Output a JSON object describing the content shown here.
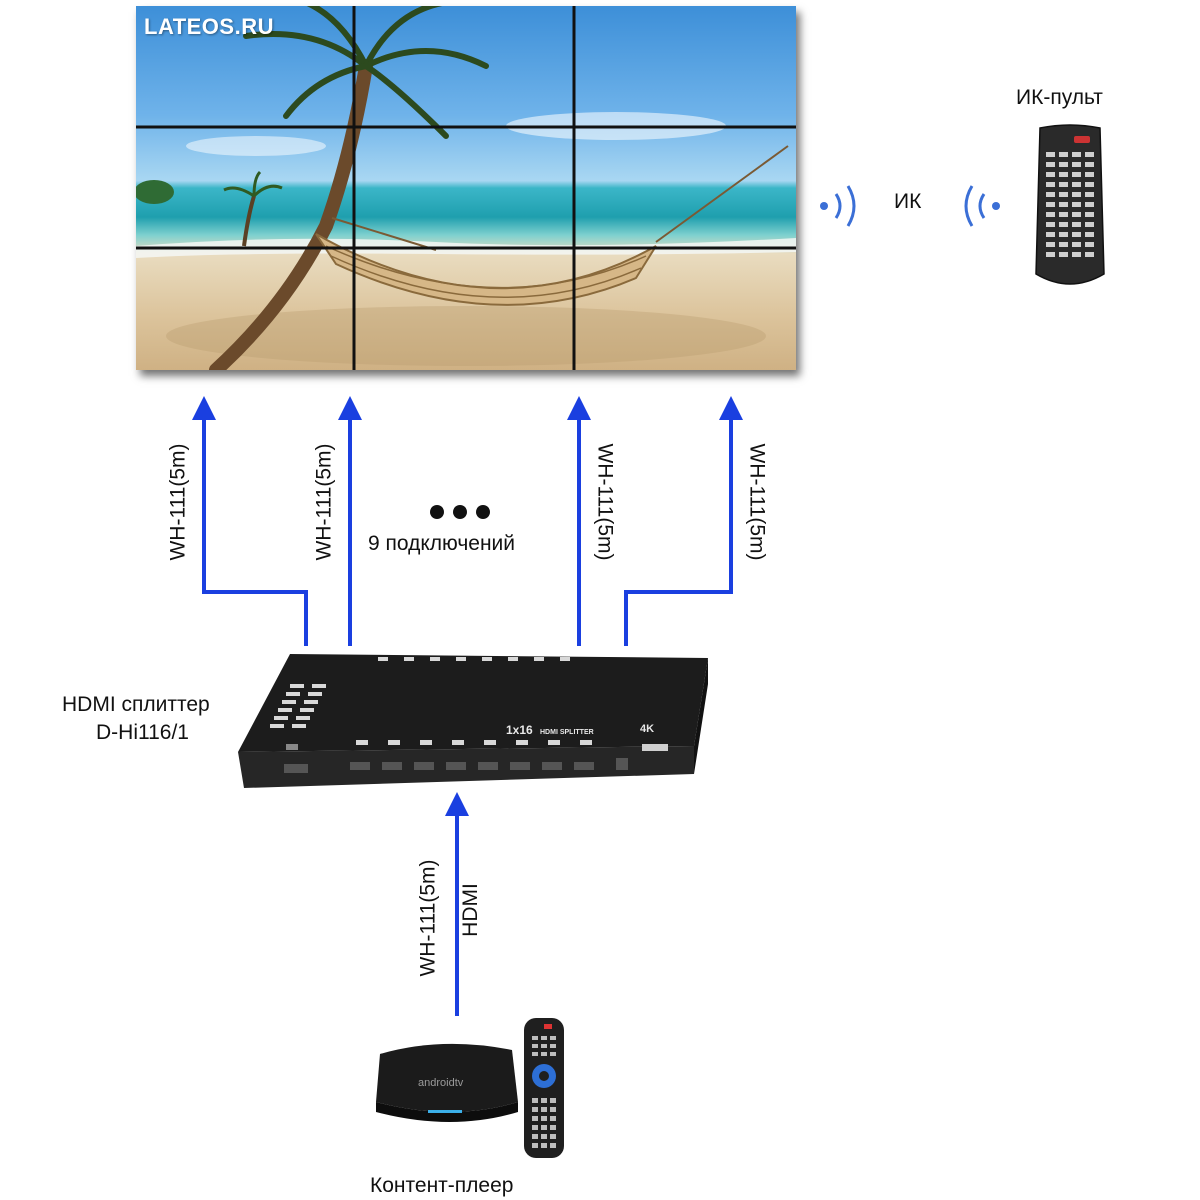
{
  "watermark": "LATEOS.RU",
  "remote_label": "ИК-пульт",
  "ir_label": "ИК",
  "splitter_label_line1": "HDMI сплиттер",
  "splitter_label_line2": "D-Hi116/1",
  "splitter_print": "1x16",
  "splitter_print_sub": "HDMI SPLITTER",
  "splitter_badge": "4K",
  "connections_label": "9 подключений",
  "outputs": [
    {
      "cable": "WH-111(5m)"
    },
    {
      "cable": "WH-111(5m)"
    },
    {
      "cable": "WH-111(5m)"
    },
    {
      "cable": "WH-111(5m)"
    }
  ],
  "input_cable": "WH-111(5m)",
  "input_type": "HDMI",
  "player_brand": "androidtv",
  "player_label": "Контент-плеер",
  "colors": {
    "arrow": "#1a3fe0",
    "ir_wave": "#3b6fd6"
  }
}
